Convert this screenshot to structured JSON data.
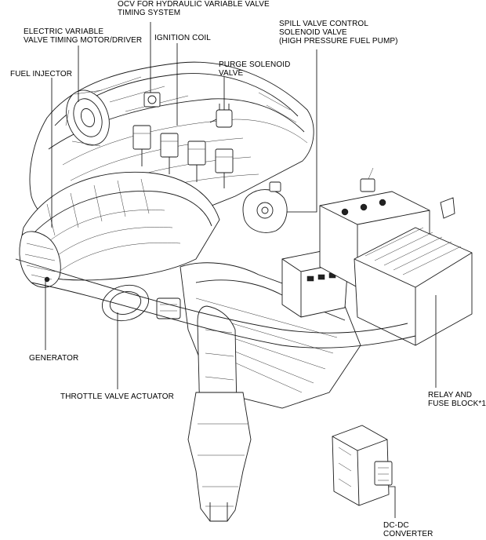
{
  "labels": {
    "ocv": "OCV FOR HYDRAULIC VARIABLE VALVE\nTIMING SYSTEM",
    "electric_vvt": "ELECTRIC VARIABLE\nVALVE TIMING MOTOR/DRIVER",
    "ignition_coil": "IGNITION COIL",
    "spill_valve": "SPILL VALVE CONTROL\nSOLENOID VALVE\n(HIGH PRESSURE FUEL PUMP)",
    "fuel_injector": "FUEL INJECTOR",
    "purge_solenoid": "PURGE SOLENOID\nVALVE",
    "generator": "GENERATOR",
    "throttle_actuator": "THROTTLE VALVE ACTUATOR",
    "relay_fuse": "RELAY AND\nFUSE BLOCK*1",
    "dcdc": "DC-DC\nCONVERTER"
  },
  "colors": {
    "ink": "#1a1a1a",
    "background": "#ffffff"
  }
}
